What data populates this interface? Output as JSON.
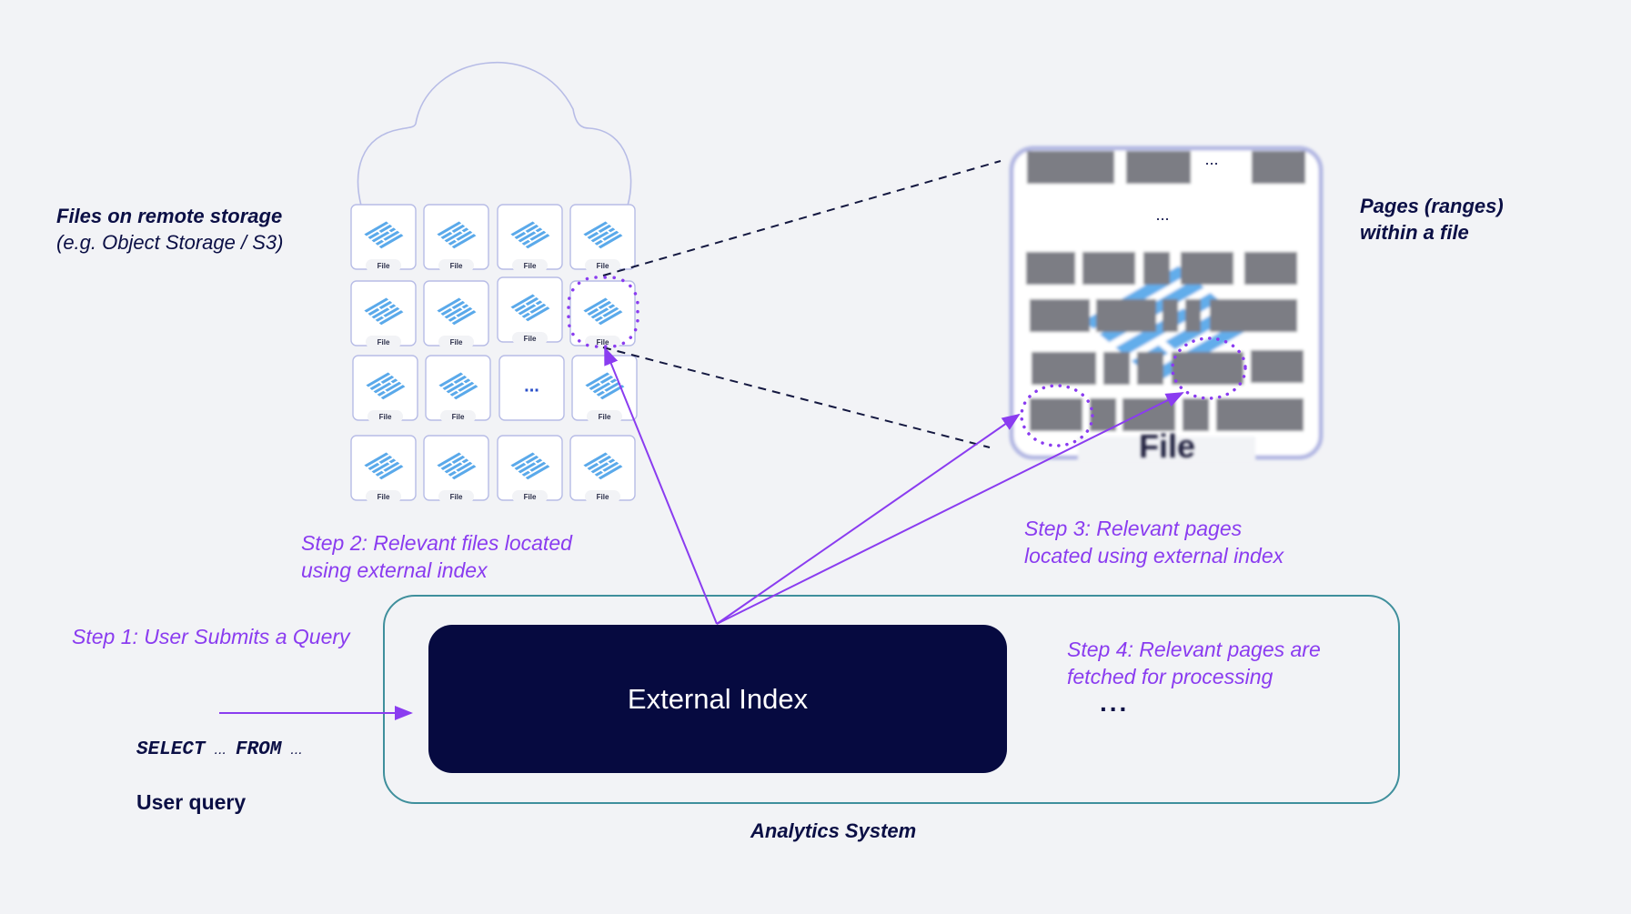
{
  "labels": {
    "files_title": "Files on remote storage",
    "files_subtitle": "(e.g. Object Storage / S3)",
    "pages_title_line1": "Pages (ranges)",
    "pages_title_line2": "within a file",
    "step1": "Step 1: User Submits a Query",
    "step2_line1": "Step 2: Relevant files located",
    "step2_line2": "using external index",
    "step3_line1": "Step 3: Relevant pages",
    "step3_line2": "located using external index",
    "step4_line1": "Step 4: Relevant pages are",
    "step4_line2": "fetched for processing",
    "step4_ellipsis": "...",
    "query_select": "SELECT",
    "query_from": "FROM",
    "query_ellipsis": "...",
    "user_query": "User query",
    "external_index": "External Index",
    "analytics_system": "Analytics System"
  },
  "file_grid": {
    "file_label": "File",
    "ellipsis": "...",
    "rows": [
      [
        "file",
        "file",
        "file",
        "file"
      ],
      [
        "file",
        "file",
        "file",
        "file-highlighted"
      ],
      [
        "file",
        "file",
        "ellipsis",
        "file"
      ],
      [
        "file",
        "file",
        "file",
        "file"
      ]
    ]
  },
  "zoomed_file": {
    "label": "File",
    "ellipsis_top": "...",
    "ellipsis_mid": "...",
    "highlighted_pages": [
      "row4-page1",
      "row3-page4"
    ]
  },
  "colors": {
    "background": "#f2f3f6",
    "dark_navy": "#060a40",
    "accent_purple": "#8a3cf0",
    "teal_border": "#3f8f9c",
    "cloud_stroke": "#b7bce6",
    "page_gray": "#7b7d84",
    "file_icon_blue": "#5aa9ea"
  }
}
